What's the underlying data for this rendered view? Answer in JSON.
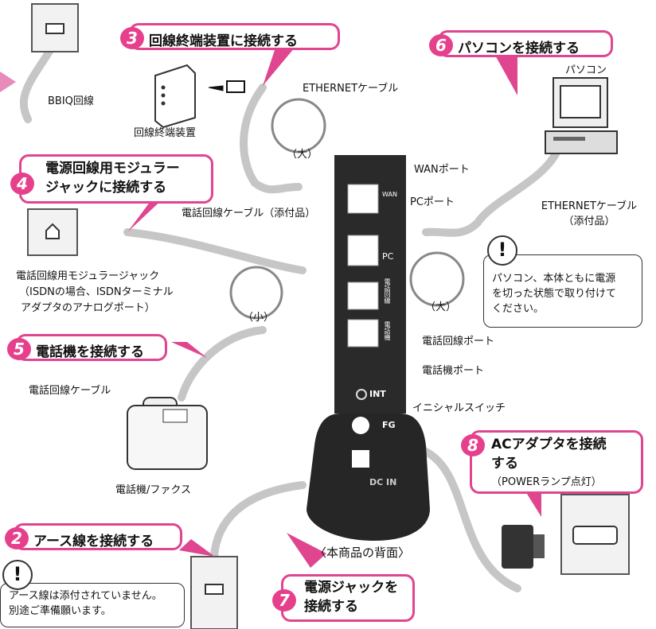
{
  "steps": {
    "s2": {
      "num": "2",
      "title": "アース線を接続する"
    },
    "s3": {
      "num": "3",
      "title": "回線終端装置に接続する"
    },
    "s4": {
      "num": "4",
      "title1": "電源回線用モジュラー",
      "title2": "ジャックに接続する"
    },
    "s5": {
      "num": "5",
      "title": "電話機を接続する"
    },
    "s6": {
      "num": "6",
      "title": "パソコンを接続する"
    },
    "s7": {
      "num": "7",
      "title1": "電源ジャックを",
      "title2": "接続する"
    },
    "s8": {
      "num": "8",
      "title1": "ACアダプタを接続",
      "title2": "する",
      "sub": "（POWERランプ点灯）"
    }
  },
  "labels": {
    "bbiq": "BBIQ回線",
    "onu": "回線終端装置",
    "ethernet_cable": "ETHERNETケーブル",
    "pc": "パソコン",
    "wan_port": "WANポート",
    "pc_port": "PCポート",
    "ethernet_cable2a": "ETHERNETケーブル",
    "ethernet_cable2b": "（添付品）",
    "phone_cable_incl": "電話回線ケーブル（添付品）",
    "modular_jack1": "電話回線用モジュラージャック",
    "modular_jack2": "（ISDNの場合、ISDNターミナル",
    "modular_jack3": "アダプタのアナログポート）",
    "line_port": "電話回線ポート",
    "phone_port": "電話機ポート",
    "phone_cable": "電話回線ケーブル",
    "initial_switch": "イニシャルスイッチ",
    "phone_fax": "電話機/ファクス",
    "back_of_unit": "〈本商品の背面〉",
    "big1": "（大）",
    "big2": "（大）",
    "small": "（小）",
    "dev_wan": "WAN",
    "dev_pc": "PC",
    "dev_line": "電話回線",
    "dev_tel": "電話機",
    "dev_int": "INT",
    "dev_fg": "FG",
    "dev_dcin": "DC IN"
  },
  "notes": {
    "pc_note1": "パソコン、本体ともに電源",
    "pc_note2": "を切った状態で取り付けて",
    "pc_note3": "ください。",
    "earth_note1": "アース線は添付されていません。",
    "earth_note2": "別途ご準備願います。",
    "bang": "!"
  },
  "colors": {
    "accent": "#e6408c",
    "cable": "#c8c8c8",
    "device": "#2a2a2a"
  }
}
